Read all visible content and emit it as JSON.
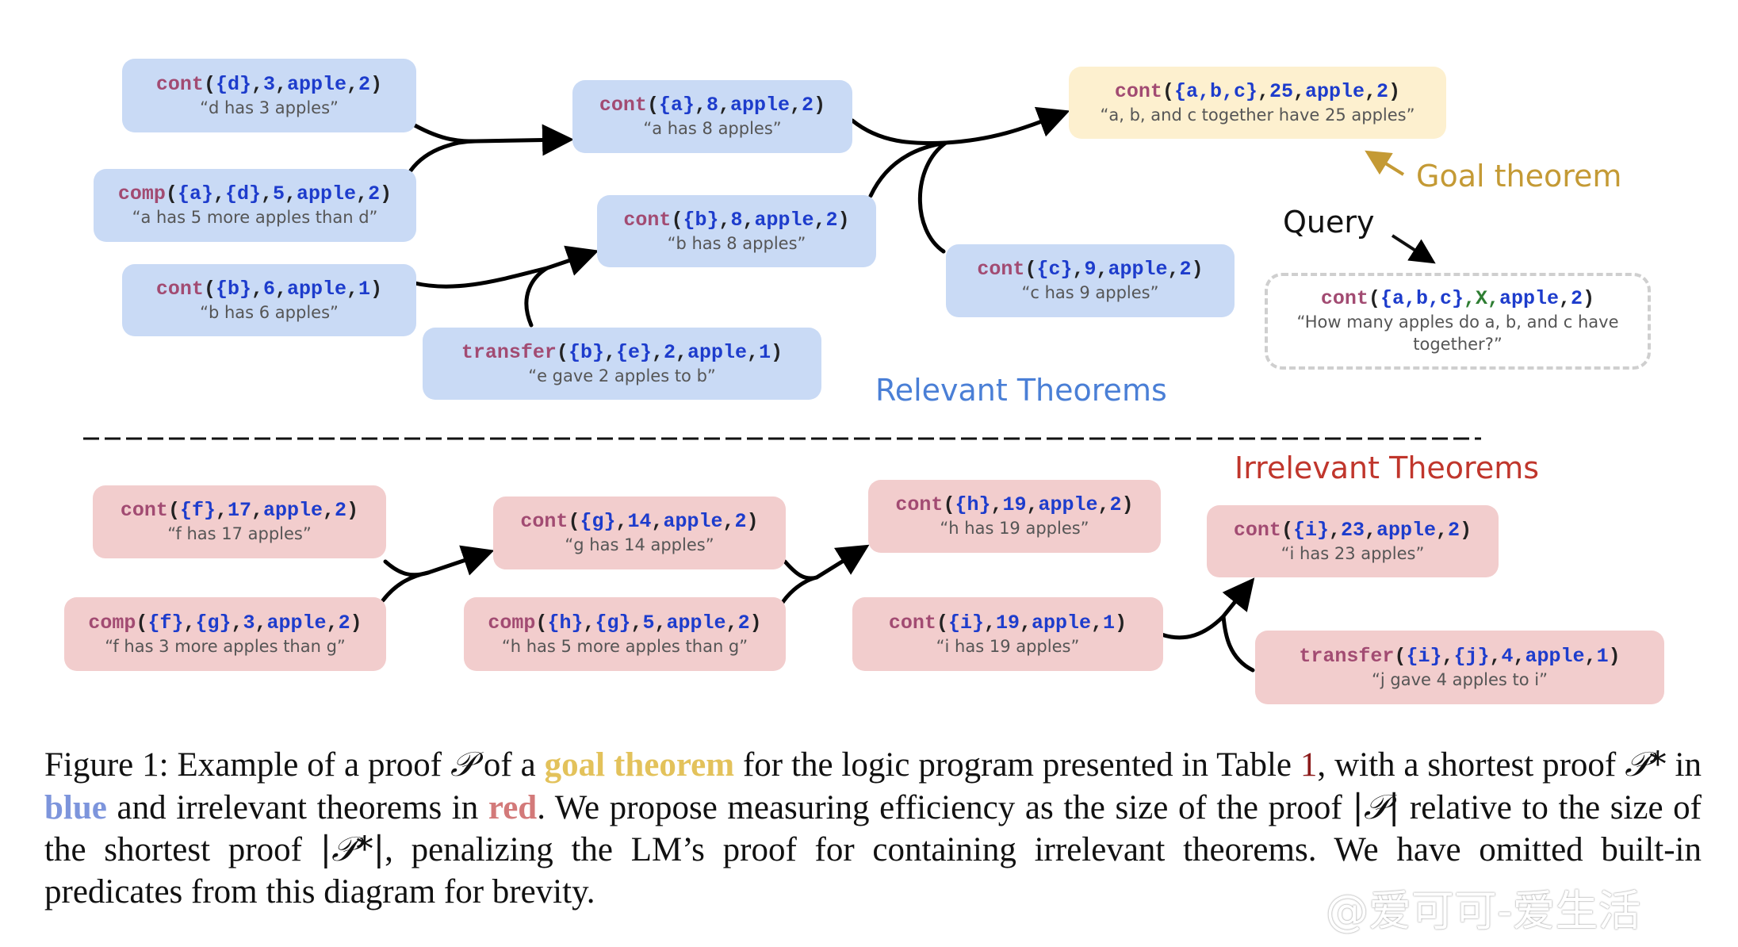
{
  "colors": {
    "relevant_box": "#c9daf5",
    "goal_box": "#fdf0cf",
    "irrelevant_box": "#f2cdcd",
    "predicate": "#a24b72",
    "argument": "#1d3ccc",
    "variable": "#2e7d32",
    "relevant_label": "#4a7fd6",
    "irrelevant_label": "#c0362c",
    "goal_label": "#c49a35"
  },
  "labels": {
    "relevant": "Relevant Theorems",
    "irrelevant": "Irrelevant Theorems",
    "goal": "Goal theorem",
    "query": "Query"
  },
  "nodes": [
    {
      "id": "d3",
      "group": "relevant",
      "pred": "cont",
      "args": [
        "{d}",
        "3",
        "apple",
        "2"
      ],
      "desc": "“d has 3 apples”"
    },
    {
      "id": "comp_ad",
      "group": "relevant",
      "pred": "comp",
      "args": [
        "{a}",
        "{d}",
        "5",
        "apple",
        "2"
      ],
      "desc": "“a has 5 more apples than d”"
    },
    {
      "id": "b6",
      "group": "relevant",
      "pred": "cont",
      "args": [
        "{b}",
        "6",
        "apple",
        "1"
      ],
      "desc": "“b has 6 apples”"
    },
    {
      "id": "transfer_be",
      "group": "relevant",
      "pred": "transfer",
      "args": [
        "{b}",
        "{e}",
        "2",
        "apple",
        "1"
      ],
      "desc": "“e gave 2 apples to b”"
    },
    {
      "id": "a8",
      "group": "relevant",
      "pred": "cont",
      "args": [
        "{a}",
        "8",
        "apple",
        "2"
      ],
      "desc": "“a has 8 apples”"
    },
    {
      "id": "b8",
      "group": "relevant",
      "pred": "cont",
      "args": [
        "{b}",
        "8",
        "apple",
        "2"
      ],
      "desc": "“b has 8 apples”"
    },
    {
      "id": "c9",
      "group": "relevant",
      "pred": "cont",
      "args": [
        "{c}",
        "9",
        "apple",
        "2"
      ],
      "desc": "“c has 9 apples”"
    },
    {
      "id": "goal",
      "group": "goal",
      "pred": "cont",
      "args": [
        "{a,b,c}",
        "25",
        "apple",
        "2"
      ],
      "desc": "“a, b, and c together have 25 apples”"
    },
    {
      "id": "query",
      "group": "query",
      "pred": "cont",
      "args": [
        "{a,b,c}",
        "X",
        "apple",
        "2"
      ],
      "desc": "“How many apples do a, b, and c have together?”"
    },
    {
      "id": "f17",
      "group": "irrelevant",
      "pred": "cont",
      "args": [
        "{f}",
        "17",
        "apple",
        "2"
      ],
      "desc": "“f has 17 apples”"
    },
    {
      "id": "comp_fg",
      "group": "irrelevant",
      "pred": "comp",
      "args": [
        "{f}",
        "{g}",
        "3",
        "apple",
        "2"
      ],
      "desc": "“f has 3 more apples than g”"
    },
    {
      "id": "g14",
      "group": "irrelevant",
      "pred": "cont",
      "args": [
        "{g}",
        "14",
        "apple",
        "2"
      ],
      "desc": "“g has 14 apples”"
    },
    {
      "id": "comp_hg",
      "group": "irrelevant",
      "pred": "comp",
      "args": [
        "{h}",
        "{g}",
        "5",
        "apple",
        "2"
      ],
      "desc": "“h has 5 more apples than g”"
    },
    {
      "id": "h19",
      "group": "irrelevant",
      "pred": "cont",
      "args": [
        "{h}",
        "19",
        "apple",
        "2"
      ],
      "desc": "“h has 19 apples”"
    },
    {
      "id": "i19",
      "group": "irrelevant",
      "pred": "cont",
      "args": [
        "{i}",
        "19",
        "apple",
        "1"
      ],
      "desc": "“i has 19 apples”"
    },
    {
      "id": "i23",
      "group": "irrelevant",
      "pred": "cont",
      "args": [
        "{i}",
        "23",
        "apple",
        "2"
      ],
      "desc": "“i has 23 apples”"
    },
    {
      "id": "transfer_ij",
      "group": "irrelevant",
      "pred": "transfer",
      "args": [
        "{i}",
        "{j}",
        "4",
        "apple",
        "1"
      ],
      "desc": "“j gave 4 apples to i”"
    }
  ],
  "edges": [
    {
      "from": [
        "d3",
        "comp_ad"
      ],
      "to": "a8"
    },
    {
      "from": [
        "b6",
        "transfer_be"
      ],
      "to": "b8"
    },
    {
      "from": [
        "a8",
        "b8",
        "c9"
      ],
      "to": "goal"
    },
    {
      "from": [
        "f17",
        "comp_fg"
      ],
      "to": "g14"
    },
    {
      "from": [
        "g14",
        "comp_hg"
      ],
      "to": "h19"
    },
    {
      "from": [
        "i19",
        "transfer_ij"
      ],
      "to": "i23"
    }
  ],
  "caption": {
    "prefix": "Figure 1: Example of a proof ",
    "p_symbol": "𝒫",
    "seg1": " of a ",
    "goal_word": "goal theorem",
    "seg2": " for the logic program presented in Table ",
    "table_ref": "1",
    "seg3": ", with a shortest proof ",
    "p_star": "𝒫*",
    "seg4": " in ",
    "blue_word": "blue",
    "seg5": " and irrelevant theorems in ",
    "red_word": "red",
    "seg6": ". We propose measuring efficiency as the size of the proof ",
    "abs_p": "|𝒫|",
    "seg7": " relative to the size of the shortest proof ",
    "abs_p_star": "|𝒫*|",
    "seg8": ", penalizing the LM’s proof for containing irrelevant theorems. We have omitted built-in predicates from this diagram for brevity."
  },
  "watermark": "@爱可可-爱生活"
}
